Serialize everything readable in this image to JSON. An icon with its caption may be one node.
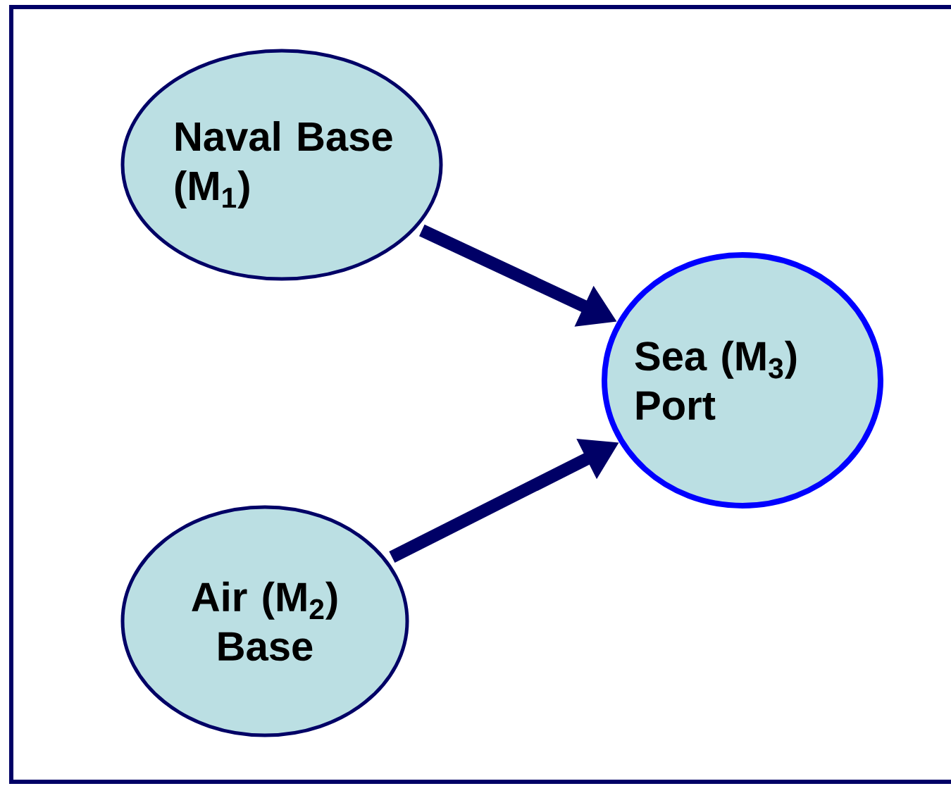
{
  "diagram": {
    "nodes": [
      {
        "text": [
          "Naval Base (M$_{1}$)"
        ]
      },
      {
        "text": [
          "Air (M$_{2}$) Base"
        ]
      },
      {
        "text": [
          "Sea (M$_{3}$) Port"
        ]
      }
    ],
    "edges": [
      {
        "from": 0,
        "to": 2,
        "arrow": "to"
      },
      {
        "from": 1,
        "to": 2,
        "arrow": "to"
      }
    ]
  }
}
